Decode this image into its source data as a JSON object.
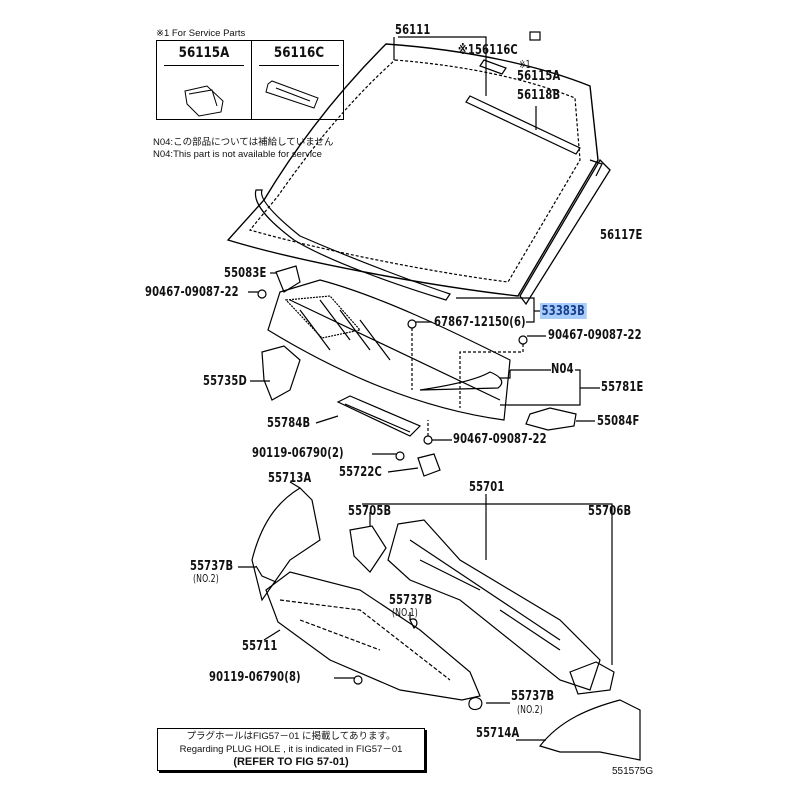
{
  "legend": {
    "title": "※1 For Service Parts",
    "columns": [
      "56115A",
      "56116C"
    ]
  },
  "notes": {
    "n04_jp": "N04:この部品については補給していません",
    "n04_en": "N04:This part is not available for service"
  },
  "labels": {
    "p56111": "56111",
    "p56116c": "※156116C",
    "star1": "※1",
    "p56115a": "56115A",
    "p56118b": "56118B",
    "p56117e": "56117E",
    "p55083e": "55083E",
    "p90467_a": "90467-09087-22",
    "p53383b": "53383B",
    "p67867": "67867-12150(6)",
    "p90467_b": "90467-09087-22",
    "n04": "N04",
    "p55781e": "55781E",
    "p55735d": "55735D",
    "p55784b": "55784B",
    "p55084f": "55084F",
    "p90467_c": "90467-09087-22",
    "p90119_2": "90119-06790(2)",
    "p55722c": "55722C",
    "p55713a": "55713A",
    "p55701": "55701",
    "p55705b": "55705B",
    "p55706b": "55706B",
    "p55737b_1": "55737B",
    "p55737b_1_sub": "(NO.2)",
    "p55737b_2": "55737B",
    "p55737b_2_sub": "(NO.1)",
    "p55711": "55711",
    "p90119_8": "90119-06790(8)",
    "p55737b_3": "55737B",
    "p55737b_3_sub": "(NO.2)",
    "p55714a": "55714A"
  },
  "footnote": {
    "jp": "プラグホールはFIG57－01 に掲載してあります。",
    "en": "Regarding PLUG HOLE , it is indicated in FIG57－01",
    "refer": "(REFER TO FIG 57-01)"
  },
  "figure_id": "551575G",
  "colors": {
    "highlight": "#a9cdfa",
    "highlight_text": "#1a3f8f"
  }
}
